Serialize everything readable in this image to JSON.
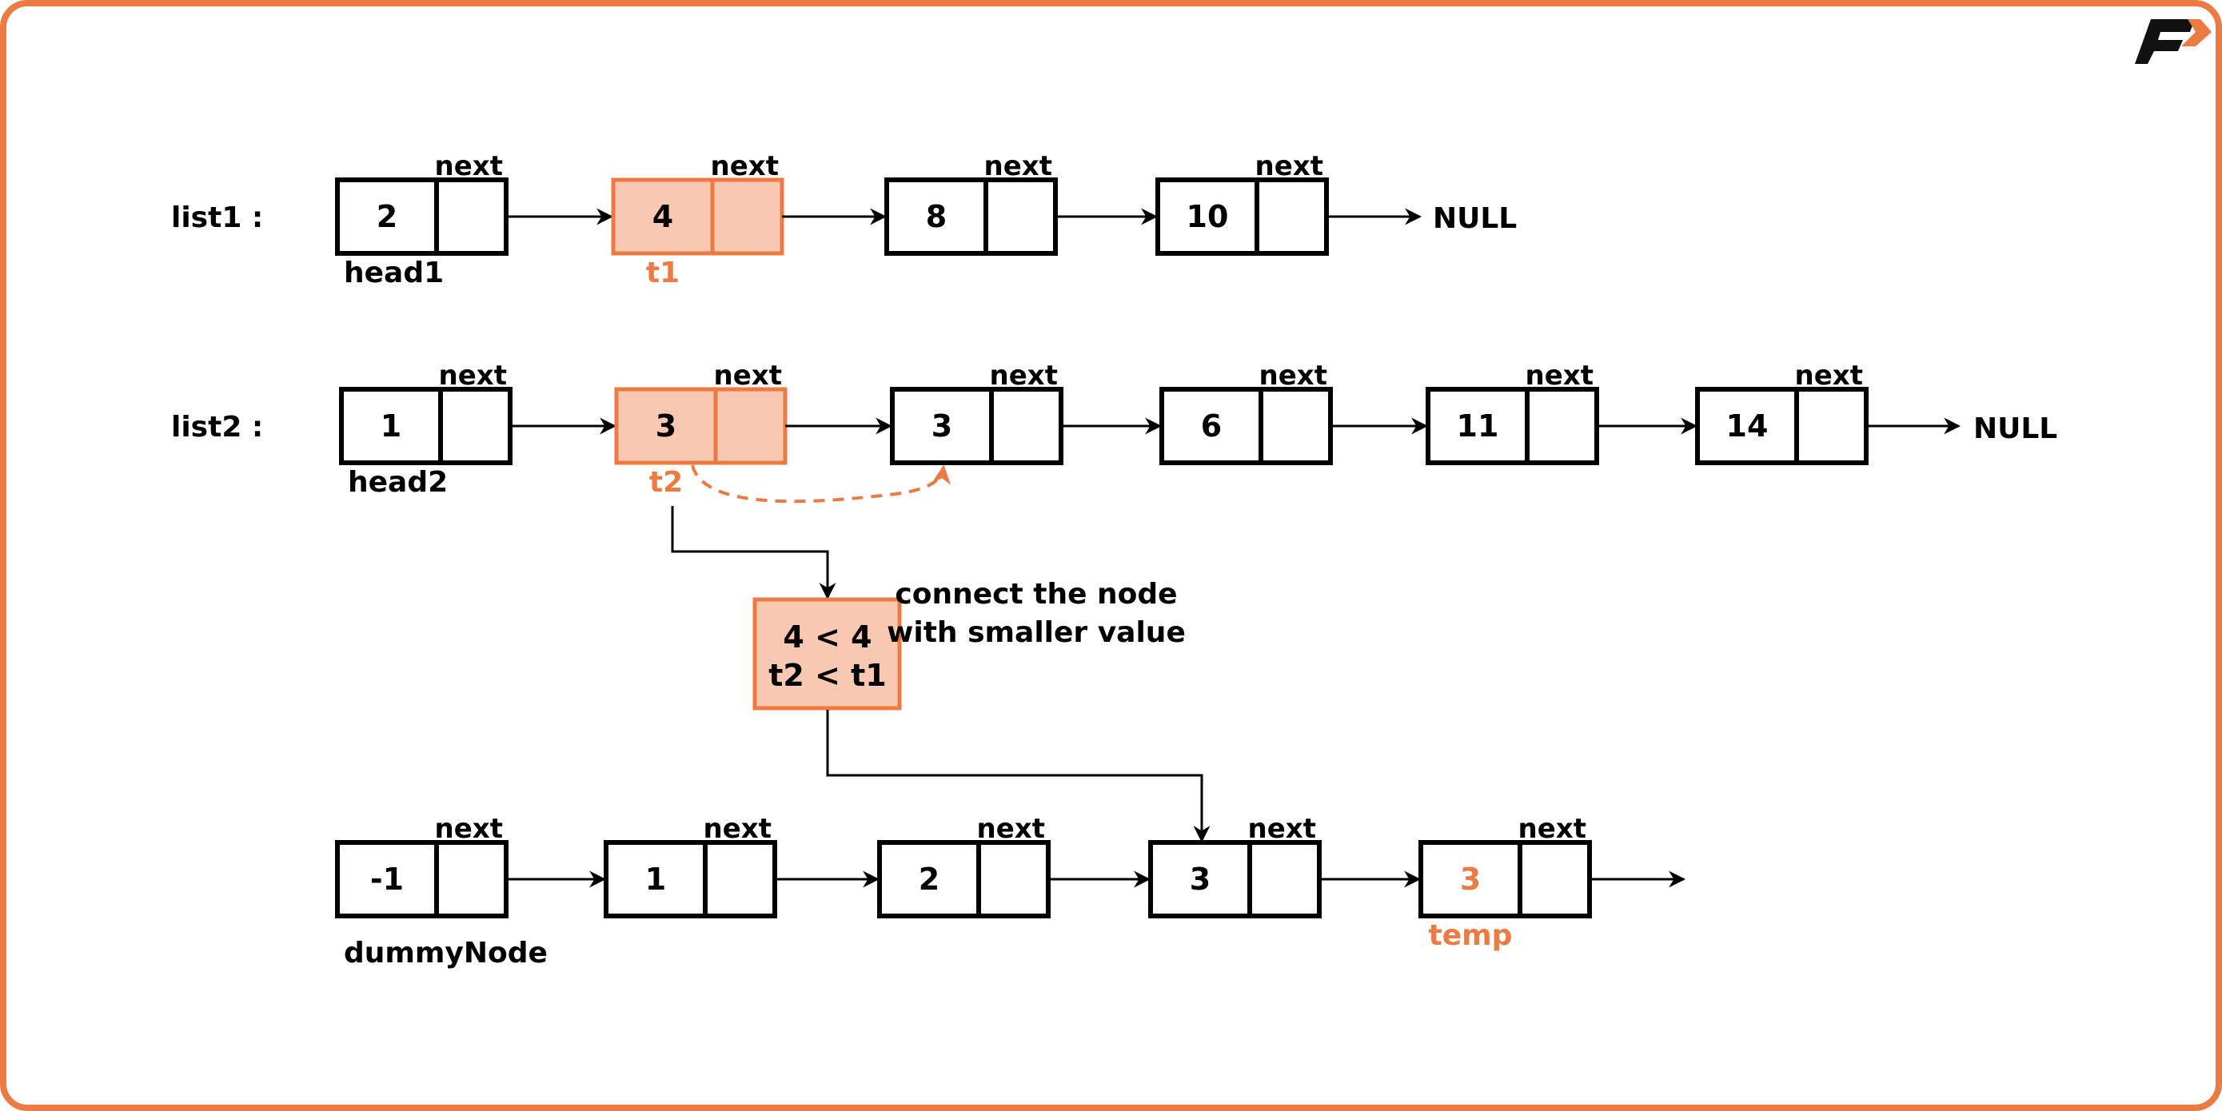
{
  "colors": {
    "accent": "#EC7A43",
    "highlight_fill": "#F8C8B2",
    "stroke": "#000000"
  },
  "logo": {
    "icon": "f-arrow-logo-icon"
  },
  "next_label": "next",
  "null_label": "NULL",
  "list1": {
    "label": "list1 :",
    "nodes": [
      {
        "value": "2",
        "pointer": "head1",
        "highlight": false
      },
      {
        "value": "4",
        "pointer": "t1",
        "highlight": true
      },
      {
        "value": "8",
        "pointer": "",
        "highlight": false
      },
      {
        "value": "10",
        "pointer": "",
        "highlight": false
      }
    ]
  },
  "list2": {
    "label": "list2 :",
    "nodes": [
      {
        "value": "1",
        "pointer": "head2",
        "highlight": false
      },
      {
        "value": "3",
        "pointer": "t2",
        "highlight": true
      },
      {
        "value": "3",
        "pointer": "",
        "highlight": false
      },
      {
        "value": "6",
        "pointer": "",
        "highlight": false
      },
      {
        "value": "11",
        "pointer": "",
        "highlight": false
      },
      {
        "value": "14",
        "pointer": "",
        "highlight": false
      }
    ]
  },
  "compare": {
    "line1": "4 < 4",
    "line2": "t2 < t1",
    "note_line1": "connect the node",
    "note_line2": "with smaller value"
  },
  "result": {
    "nodes": [
      {
        "value": "-1",
        "pointer": "dummyNode",
        "orange": false
      },
      {
        "value": "1",
        "pointer": "",
        "orange": false
      },
      {
        "value": "2",
        "pointer": "",
        "orange": false
      },
      {
        "value": "3",
        "pointer": "",
        "orange": false
      },
      {
        "value": "3",
        "pointer": "temp",
        "orange": true
      }
    ]
  }
}
